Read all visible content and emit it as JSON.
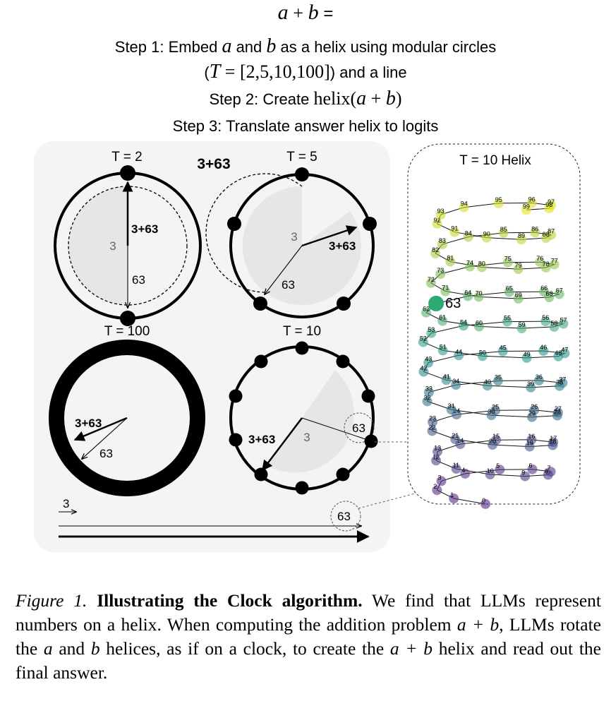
{
  "header": {
    "equation_a": "a",
    "equation_plus": "+",
    "equation_b": "b",
    "equation_eq": "=",
    "step1_pre": "Step 1: Embed",
    "step1_a": "a",
    "step1_and": "and",
    "step1_b": "b",
    "step1_post": "as a helix using modular circles",
    "step1b_open": "(",
    "step1b_T": "T",
    "step1b_set": " = [2,5,10,100]",
    "step1b_post": ") and a line",
    "step2_pre": "Step 2: Create",
    "step2_helix": "helix(",
    "step2_a": "a",
    "step2_plus": " + ",
    "step2_b": "b",
    "step2_close": ")",
    "step3": "Step 3: Translate answer helix to logits"
  },
  "panel": {
    "sum_label": "3+63",
    "clocks": [
      {
        "title": "T = 2",
        "period": 2,
        "a_label": "3",
        "b_label": "63",
        "sum_label": "3+63"
      },
      {
        "title": "T = 5",
        "period": 5,
        "a_label": "3",
        "b_label": "63",
        "sum_label": "3+63"
      },
      {
        "title": "T = 100",
        "period": 100,
        "a_label": "",
        "b_label": "63",
        "sum_label": "3+63"
      },
      {
        "title": "T = 10",
        "period": 10,
        "a_label": "3",
        "b_label": "63",
        "sum_label": "3+63"
      }
    ],
    "line": {
      "a_label": "3",
      "b_label": "63"
    }
  },
  "helix": {
    "title": "T = 10 Helix",
    "highlight": 63,
    "highlight_label": "63",
    "color_low": "#5b2a86",
    "color_mid": "#2a9d8f",
    "color_high": "#e5e41a"
  },
  "caption": {
    "fig": "Figure 1.",
    "title": "Illustrating the Clock algorithm.",
    "t1": " We find that LLMs represent numbers on a helix. When computing the addition problem ",
    "ab1": "a + b",
    "t2": ", LLMs rotate the ",
    "a": "a",
    "t3": " and ",
    "b": "b",
    "t4": " helices, as if on a clock, to create the ",
    "ab2": "a + b",
    "t5": " helix and read out the final answer."
  },
  "colors": {
    "panel_bg": "#f4f4f4",
    "shade": "#e6e6e6",
    "highlight_dot": "#2baa74"
  }
}
